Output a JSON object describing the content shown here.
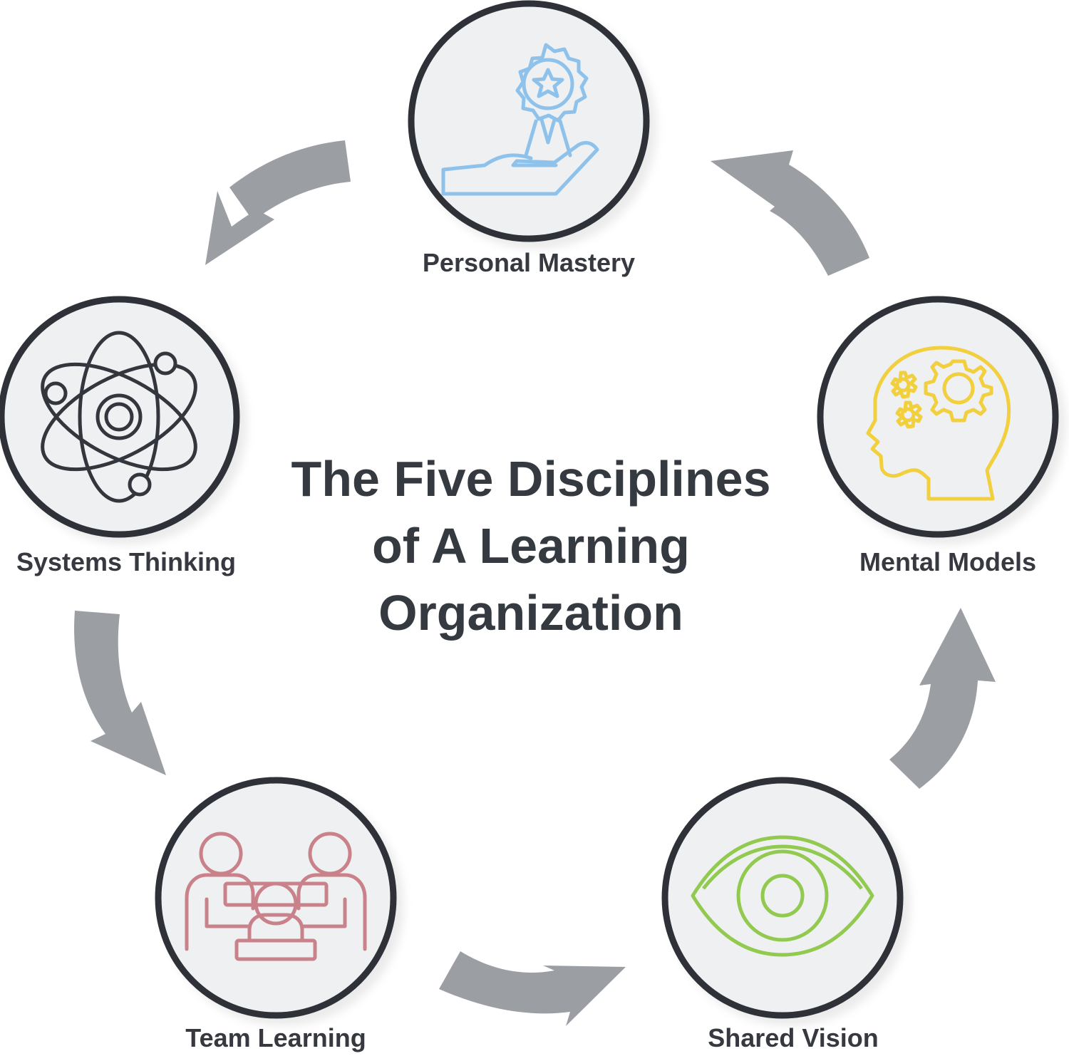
{
  "title": {
    "line1": "The Five Disciplines",
    "line2": "of A Learning",
    "line3": "Organization"
  },
  "colors": {
    "ring": "#2f3237",
    "node_fill": "#eef0f2",
    "arrow": "#9b9ea3",
    "title_text": "#353a41"
  },
  "nodes": [
    {
      "id": "personal-mastery",
      "label": "Personal Mastery",
      "icon": "award-ribbon-in-hand-icon",
      "icon_color": "#8fc2ea"
    },
    {
      "id": "mental-models",
      "label": "Mental Models",
      "icon": "head-with-gears-icon",
      "icon_color": "#f2cf3c"
    },
    {
      "id": "shared-vision",
      "label": "Shared Vision",
      "icon": "eye-icon",
      "icon_color": "#92c94f"
    },
    {
      "id": "team-learning",
      "label": "Team Learning",
      "icon": "team-meeting-icon",
      "icon_color": "#c9828a"
    },
    {
      "id": "systems-thinking",
      "label": "Systems Thinking",
      "icon": "atom-icon",
      "icon_color": "#33363c"
    }
  ]
}
